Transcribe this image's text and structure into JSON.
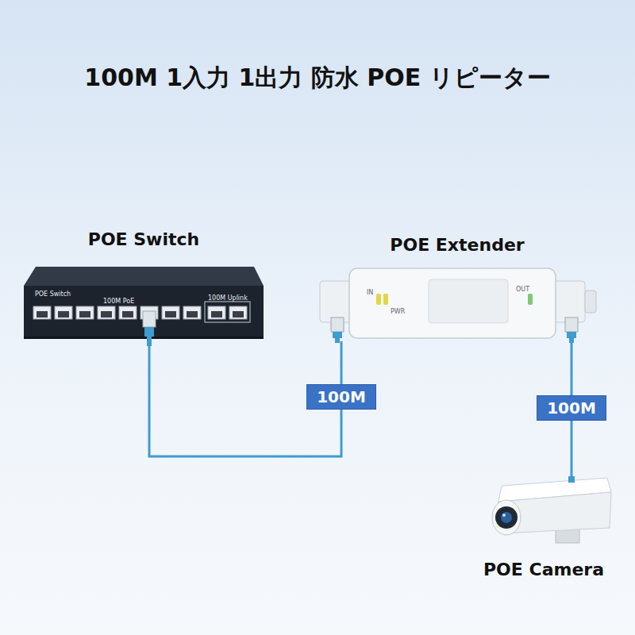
{
  "diagram": {
    "title": "100M 1入力 1出力 防水 POE リピーター",
    "nodes": [
      {
        "text": [
          "POE Switch"
        ]
      },
      {
        "text": [
          "POE Extender"
        ]
      },
      {
        "text": [
          "POE Camera"
        ]
      }
    ],
    "edges": [
      {
        "from": 0,
        "to": 1,
        "arrow": "none",
        "label": "100M"
      },
      {
        "from": 1,
        "to": 2,
        "arrow": "none",
        "label": "100M"
      }
    ],
    "labels": [
      "POE Switch",
      "100M PoE",
      "100M Uplink",
      "IN",
      "PWR",
      "OUT"
    ]
  }
}
